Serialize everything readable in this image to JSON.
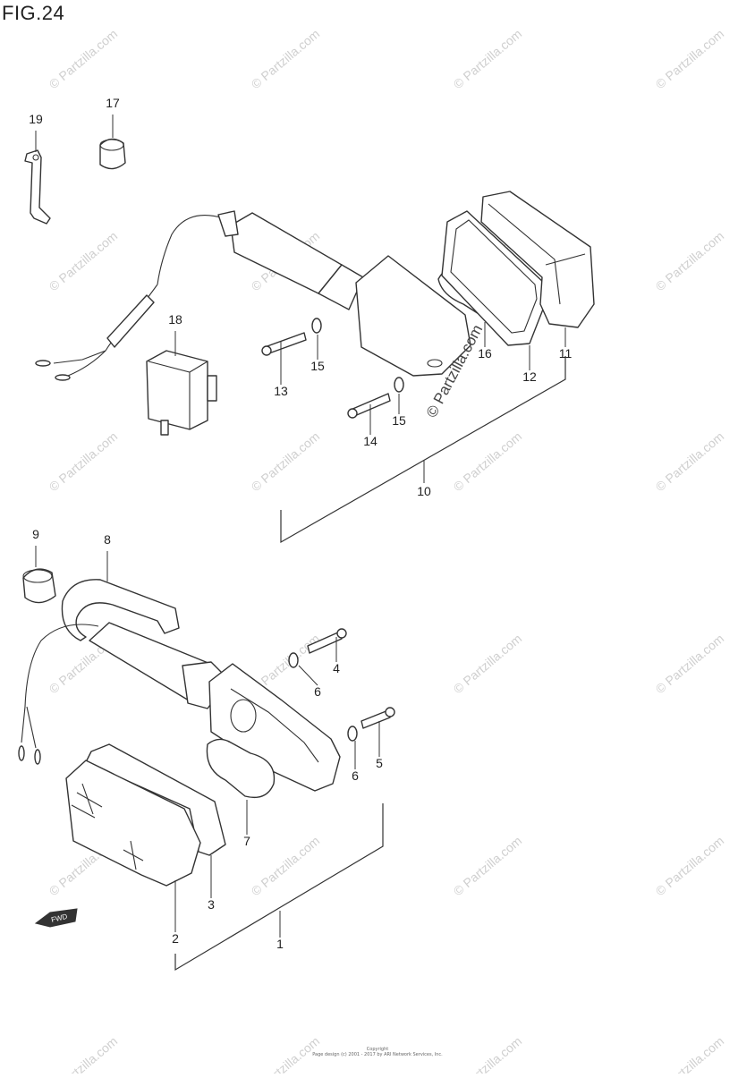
{
  "figure": {
    "title": "FIG.24"
  },
  "watermark": {
    "text": "© Partzilla.com",
    "center_text": "© Partzilla.com"
  },
  "callouts": [
    "19",
    "17",
    "18",
    "13",
    "15",
    "14",
    "15",
    "16",
    "12",
    "11",
    "10",
    "9",
    "8",
    "4",
    "6",
    "5",
    "6",
    "7",
    "3",
    "2",
    "1"
  ],
  "fwd_label": "FWD",
  "footer": {
    "line1": "Copyright",
    "line2": "Page design (c) 2001 - 2017 by ARI Network Services, Inc."
  }
}
